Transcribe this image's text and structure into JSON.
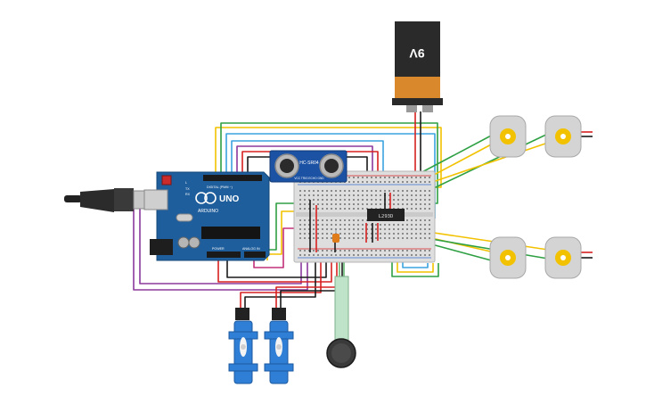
{
  "battery": {
    "label": "9V"
  },
  "arduino": {
    "model": "UNO",
    "brand": "ARDUINO",
    "top_strip": "DIGITAL (PWM ~)",
    "power_label": "POWER",
    "analog_label": "ANALOG IN",
    "tx": "TX",
    "rx": "RX",
    "l": "L"
  },
  "sensor": {
    "label": "HC-SR04",
    "pins": "VCC TRIG ECHO GND"
  },
  "chip": {
    "label": "L293D"
  },
  "colors": {
    "green": "#2ea043",
    "yellow": "#f2c200",
    "blue": "#3aa3e0",
    "red": "#d62020",
    "black": "#1a1a1a",
    "purple": "#8b3a9c",
    "orange": "#e07b1a",
    "arduino_blue": "#1f5e9c",
    "breadboard": "#dedede",
    "servo_blue": "#2f7fd6",
    "motor_gray": "#d4d4d4"
  },
  "icons": [
    "usb-cable-icon",
    "servo-icon",
    "dc-motor-icon",
    "force-sensor-icon",
    "battery-icon"
  ]
}
